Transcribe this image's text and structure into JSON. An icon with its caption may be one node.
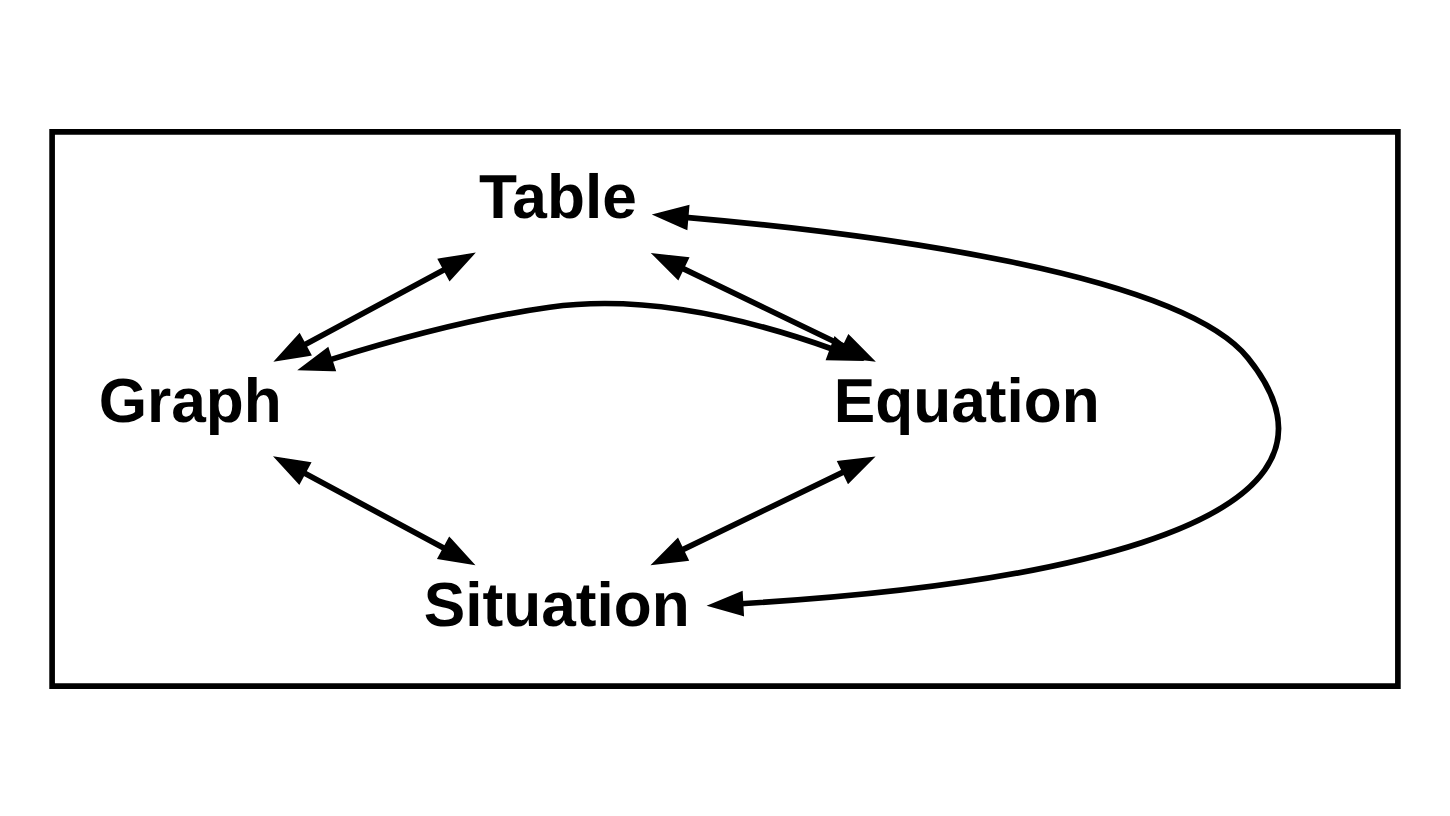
{
  "diagram": {
    "nodes": [
      {
        "text": [],
        "shape": "box"
      },
      {
        "text": [
          "Table"
        ],
        "in": 0
      },
      {
        "text": [
          "Graph"
        ],
        "in": 0
      },
      {
        "text": [
          "Equation"
        ],
        "in": 0
      },
      {
        "text": [
          "Situation"
        ],
        "in": 0
      }
    ],
    "edges": [
      {
        "from": 1,
        "to": 2,
        "arrow": "both"
      },
      {
        "from": 1,
        "to": 3,
        "arrow": "both"
      },
      {
        "from": 2,
        "to": 3,
        "arrow": "both"
      },
      {
        "from": 1,
        "to": 4,
        "arrow": "both"
      },
      {
        "from": 2,
        "to": 4,
        "arrow": "both"
      },
      {
        "from": 3,
        "to": 4,
        "arrow": "both"
      }
    ]
  }
}
